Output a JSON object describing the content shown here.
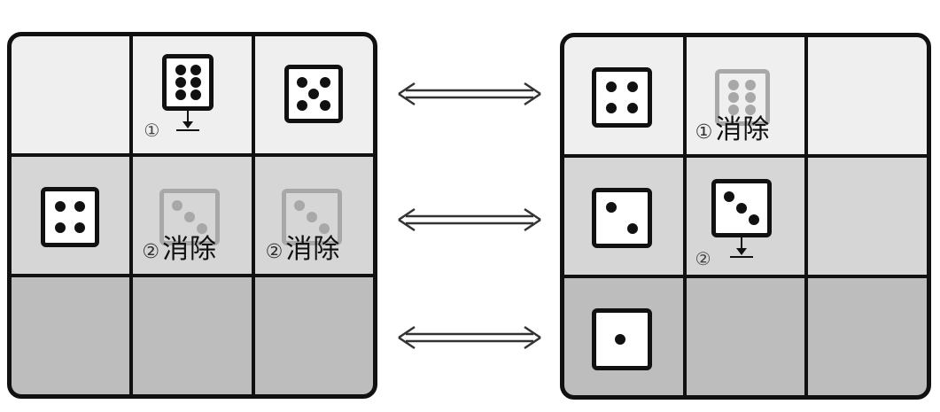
{
  "labels": {
    "step1": "①",
    "step2": "②",
    "eliminate1": "①消除",
    "eliminate2": "②消除",
    "eliminate_word": "消除"
  },
  "left_board": {
    "cells": [
      {
        "row": 0,
        "col": 0,
        "die": null
      },
      {
        "row": 0,
        "col": 1,
        "die": 6,
        "marker": "①"
      },
      {
        "row": 0,
        "col": 2,
        "die": 5
      },
      {
        "row": 1,
        "col": 0,
        "die": 4
      },
      {
        "row": 1,
        "col": 1,
        "die": 3,
        "faded": true,
        "label": "②消除"
      },
      {
        "row": 1,
        "col": 2,
        "die": 3,
        "faded": true,
        "label": "②消除"
      },
      {
        "row": 2,
        "col": 0,
        "die": null
      },
      {
        "row": 2,
        "col": 1,
        "die": null
      },
      {
        "row": 2,
        "col": 2,
        "die": null
      }
    ]
  },
  "right_board": {
    "cells": [
      {
        "row": 0,
        "col": 0,
        "die": 4
      },
      {
        "row": 0,
        "col": 1,
        "die": 6,
        "faded": true,
        "label": "①消除"
      },
      {
        "row": 0,
        "col": 2,
        "die": null
      },
      {
        "row": 1,
        "col": 0,
        "die": 2
      },
      {
        "row": 1,
        "col": 1,
        "die": 3,
        "marker": "②"
      },
      {
        "row": 1,
        "col": 2,
        "die": null
      },
      {
        "row": 2,
        "col": 0,
        "die": 1
      },
      {
        "row": 2,
        "col": 1,
        "die": null
      },
      {
        "row": 2,
        "col": 2,
        "die": null
      }
    ]
  },
  "colors": {
    "row0": "#efefef",
    "row1": "#d6d6d6",
    "row2": "#bdbdbd",
    "ink": "#111111",
    "faded": "#a8a8a8"
  }
}
